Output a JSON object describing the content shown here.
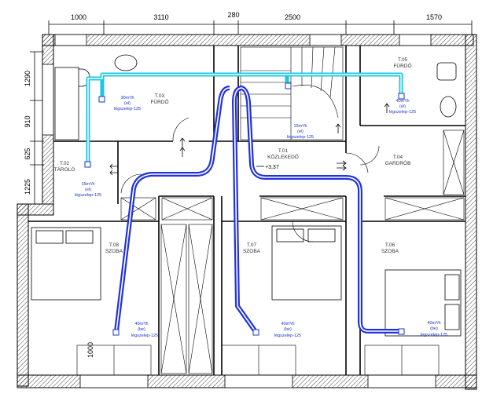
{
  "dimensions": {
    "top": [
      "1000",
      "3110",
      "280",
      "2500",
      "1570"
    ],
    "left": [
      "1290",
      "910",
      "625",
      "1225"
    ],
    "door_width": "1000"
  },
  "rooms": [
    {
      "id": "T.01",
      "name": "KÖZLEKEDŐ"
    },
    {
      "id": "T.02",
      "name": "TÁROLÓ"
    },
    {
      "id": "T.03",
      "name": "FÜRDŐ"
    },
    {
      "id": "T.04",
      "name": "GARDRÓB"
    },
    {
      "id": "T.05",
      "name": "FÜRDŐ"
    },
    {
      "id": "T.06",
      "name": "SZOBA"
    },
    {
      "id": "T.07",
      "name": "SZOBA"
    },
    {
      "id": "T.08",
      "name": "SZOBA"
    }
  ],
  "level_mark": "+3,37",
  "exhaust_labels": [
    {
      "flow": "30m³/h",
      "mode": "(el)",
      "valve": "légszelep-125"
    },
    {
      "flow": "40m³/h",
      "mode": "(el)",
      "valve": "légszelep-125"
    },
    {
      "flow": "15m³/h",
      "mode": "(el)",
      "valve": "légszelep-125"
    },
    {
      "flow": "15m³/h",
      "mode": "(el)",
      "valve": "légszelep-125"
    }
  ],
  "supply_labels": [
    {
      "flow": "40m³/h",
      "mode": "(be)",
      "valve": "légszelep-125"
    },
    {
      "flow": "40m³/h",
      "mode": "(be)",
      "valve": "légszelep-125"
    },
    {
      "flow": "40m³/h",
      "mode": "(be)",
      "valve": "légszelep-125"
    }
  ],
  "colors": {
    "wall": "#000000",
    "exhaust_duct": "#19c8e6",
    "supply_duct": "#2233dd",
    "label": "#1a33cc"
  }
}
